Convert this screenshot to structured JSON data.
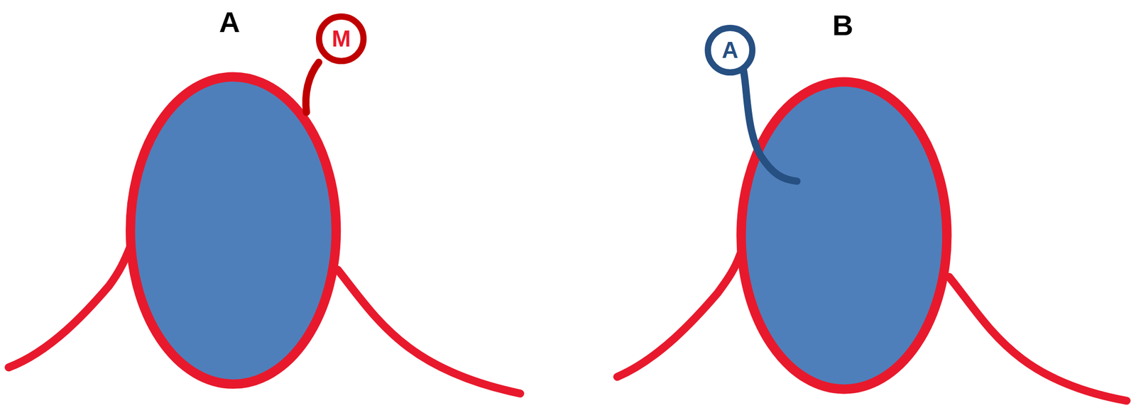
{
  "diagram": {
    "nodes": [
      {
        "text": [
          "M"
        ]
      },
      {
        "text": [
          "A"
        ]
      }
    ],
    "labels": [
      "A",
      "B"
    ]
  }
}
